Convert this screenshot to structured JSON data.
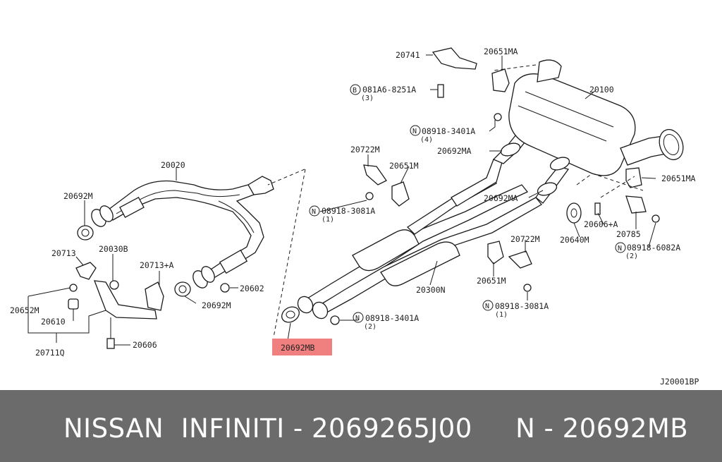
{
  "diagram": {
    "corner_code": "J20001BP",
    "highlight_color": "#f08080",
    "labels": {
      "p20741": "20741",
      "p20651MA_top": "20651MA",
      "p20100": "20100",
      "b081A6": "081A6-8251A",
      "b081A6_qty": "(3)",
      "n08918_3401A_top": "08918-3401A",
      "n08918_3401A_top_qty": "(4)",
      "p20692MA_top": "20692MA",
      "p20722M_left": "20722M",
      "p20651M_left": "20651M",
      "p20651MA_right": "20651MA",
      "p20692MA_mid": "20692MA",
      "p20020": "20020",
      "p20692M_left": "20692M",
      "n08918_3081A_left": "08918-3081A",
      "n08918_3081A_left_qty": "(1)",
      "p20606A": "20606+A",
      "p20785": "20785",
      "p20640M": "20640M",
      "n08918_6082A": "08918-6082A",
      "n08918_6082A_qty": "(2)",
      "p20722M_right": "20722M",
      "p20713": "20713",
      "p20030B": "20030B",
      "p20713A": "20713+A",
      "p20651M_right": "20651M",
      "p20602": "20602",
      "p20300N": "20300N",
      "p20652M": "20652M",
      "p20692M_mid": "20692M",
      "n08918_3081A_right": "08918-3081A",
      "n08918_3081A_right_qty": "(1)",
      "p20610": "20610",
      "n08918_3401A_low": "08918-3401A",
      "n08918_3401A_low_qty": "(2)",
      "p20606": "20606",
      "p20711Q": "20711Q",
      "p20692MB": "20692MB"
    }
  },
  "footer": {
    "caption": "NISSAN  INFINITI - 2069265J00     N - 20692MB"
  }
}
